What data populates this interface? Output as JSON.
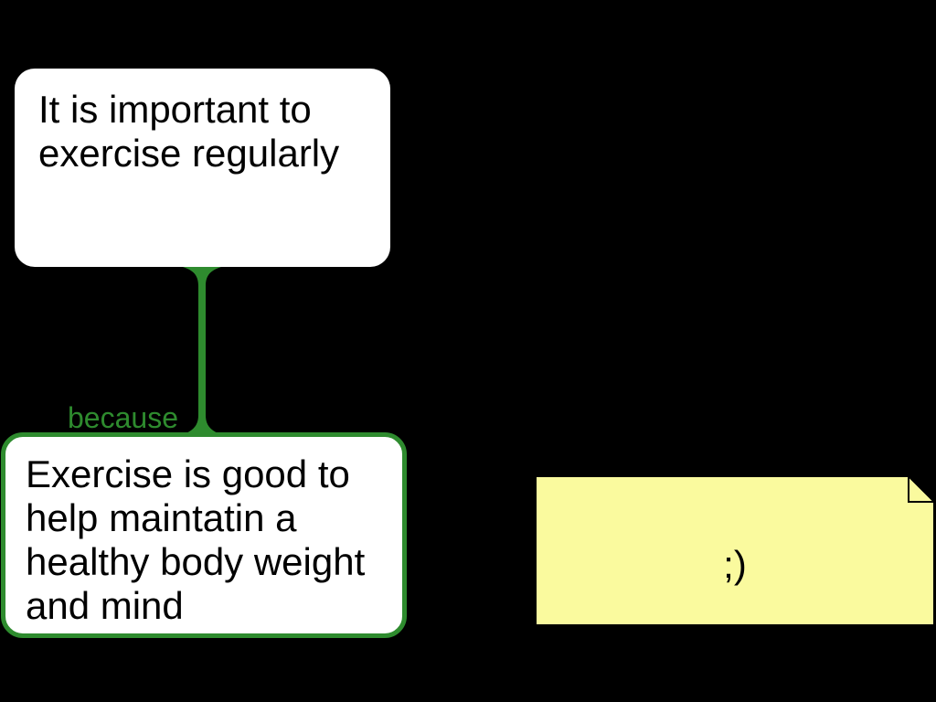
{
  "canvas": {
    "background_color": "#000000"
  },
  "claim_box": {
    "lines": {
      "0": "It is important to",
      "1": "exercise regularly"
    },
    "background_color": "#FFFFFF",
    "text_color": "#000000"
  },
  "connector": {
    "label": "because",
    "color": "#2E8B2E"
  },
  "reason_box": {
    "lines": {
      "0": "Exercise is good to",
      "1": "help maintatin a",
      "2": "healthy body weight",
      "3": "and mind"
    },
    "background_color": "#FFFFFF",
    "border_color": "#2E8B2E",
    "text_color": "#000000"
  },
  "note": {
    "text": ";)",
    "fill_color": "#FAFA9E",
    "border_color": "#000000",
    "text_color": "#000000"
  }
}
